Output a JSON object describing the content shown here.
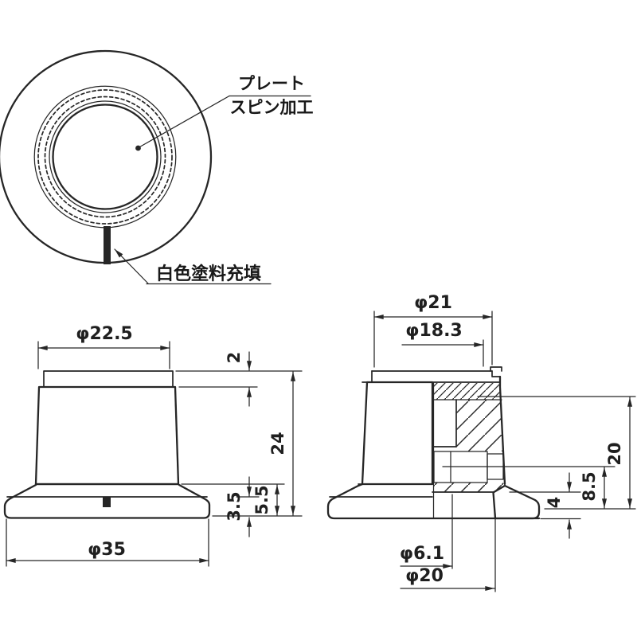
{
  "top_view": {
    "plate_label_line1": "プレート",
    "plate_label_line2": "スピン加工",
    "paint_fill_label": "白色塗料充填"
  },
  "front_view": {
    "dim_top_diameter": "φ22.5",
    "dim_plate_step_height": "2",
    "dim_total_height": "24",
    "dim_skirt_height": "5.5",
    "dim_skirt_straight_height": "3.5",
    "dim_base_diameter": "φ35"
  },
  "section_view": {
    "dim_cap_diameter": "φ21",
    "dim_plate_diameter": "φ18.3",
    "dim_upper_height": "20",
    "dim_setscrew_height": "8.5",
    "dim_flange_height": "4",
    "dim_shaft_bore_diameter": "φ6.1",
    "dim_recess_diameter": "φ20"
  },
  "colors": {
    "ink": "#262626",
    "paper": "#ffffff"
  }
}
